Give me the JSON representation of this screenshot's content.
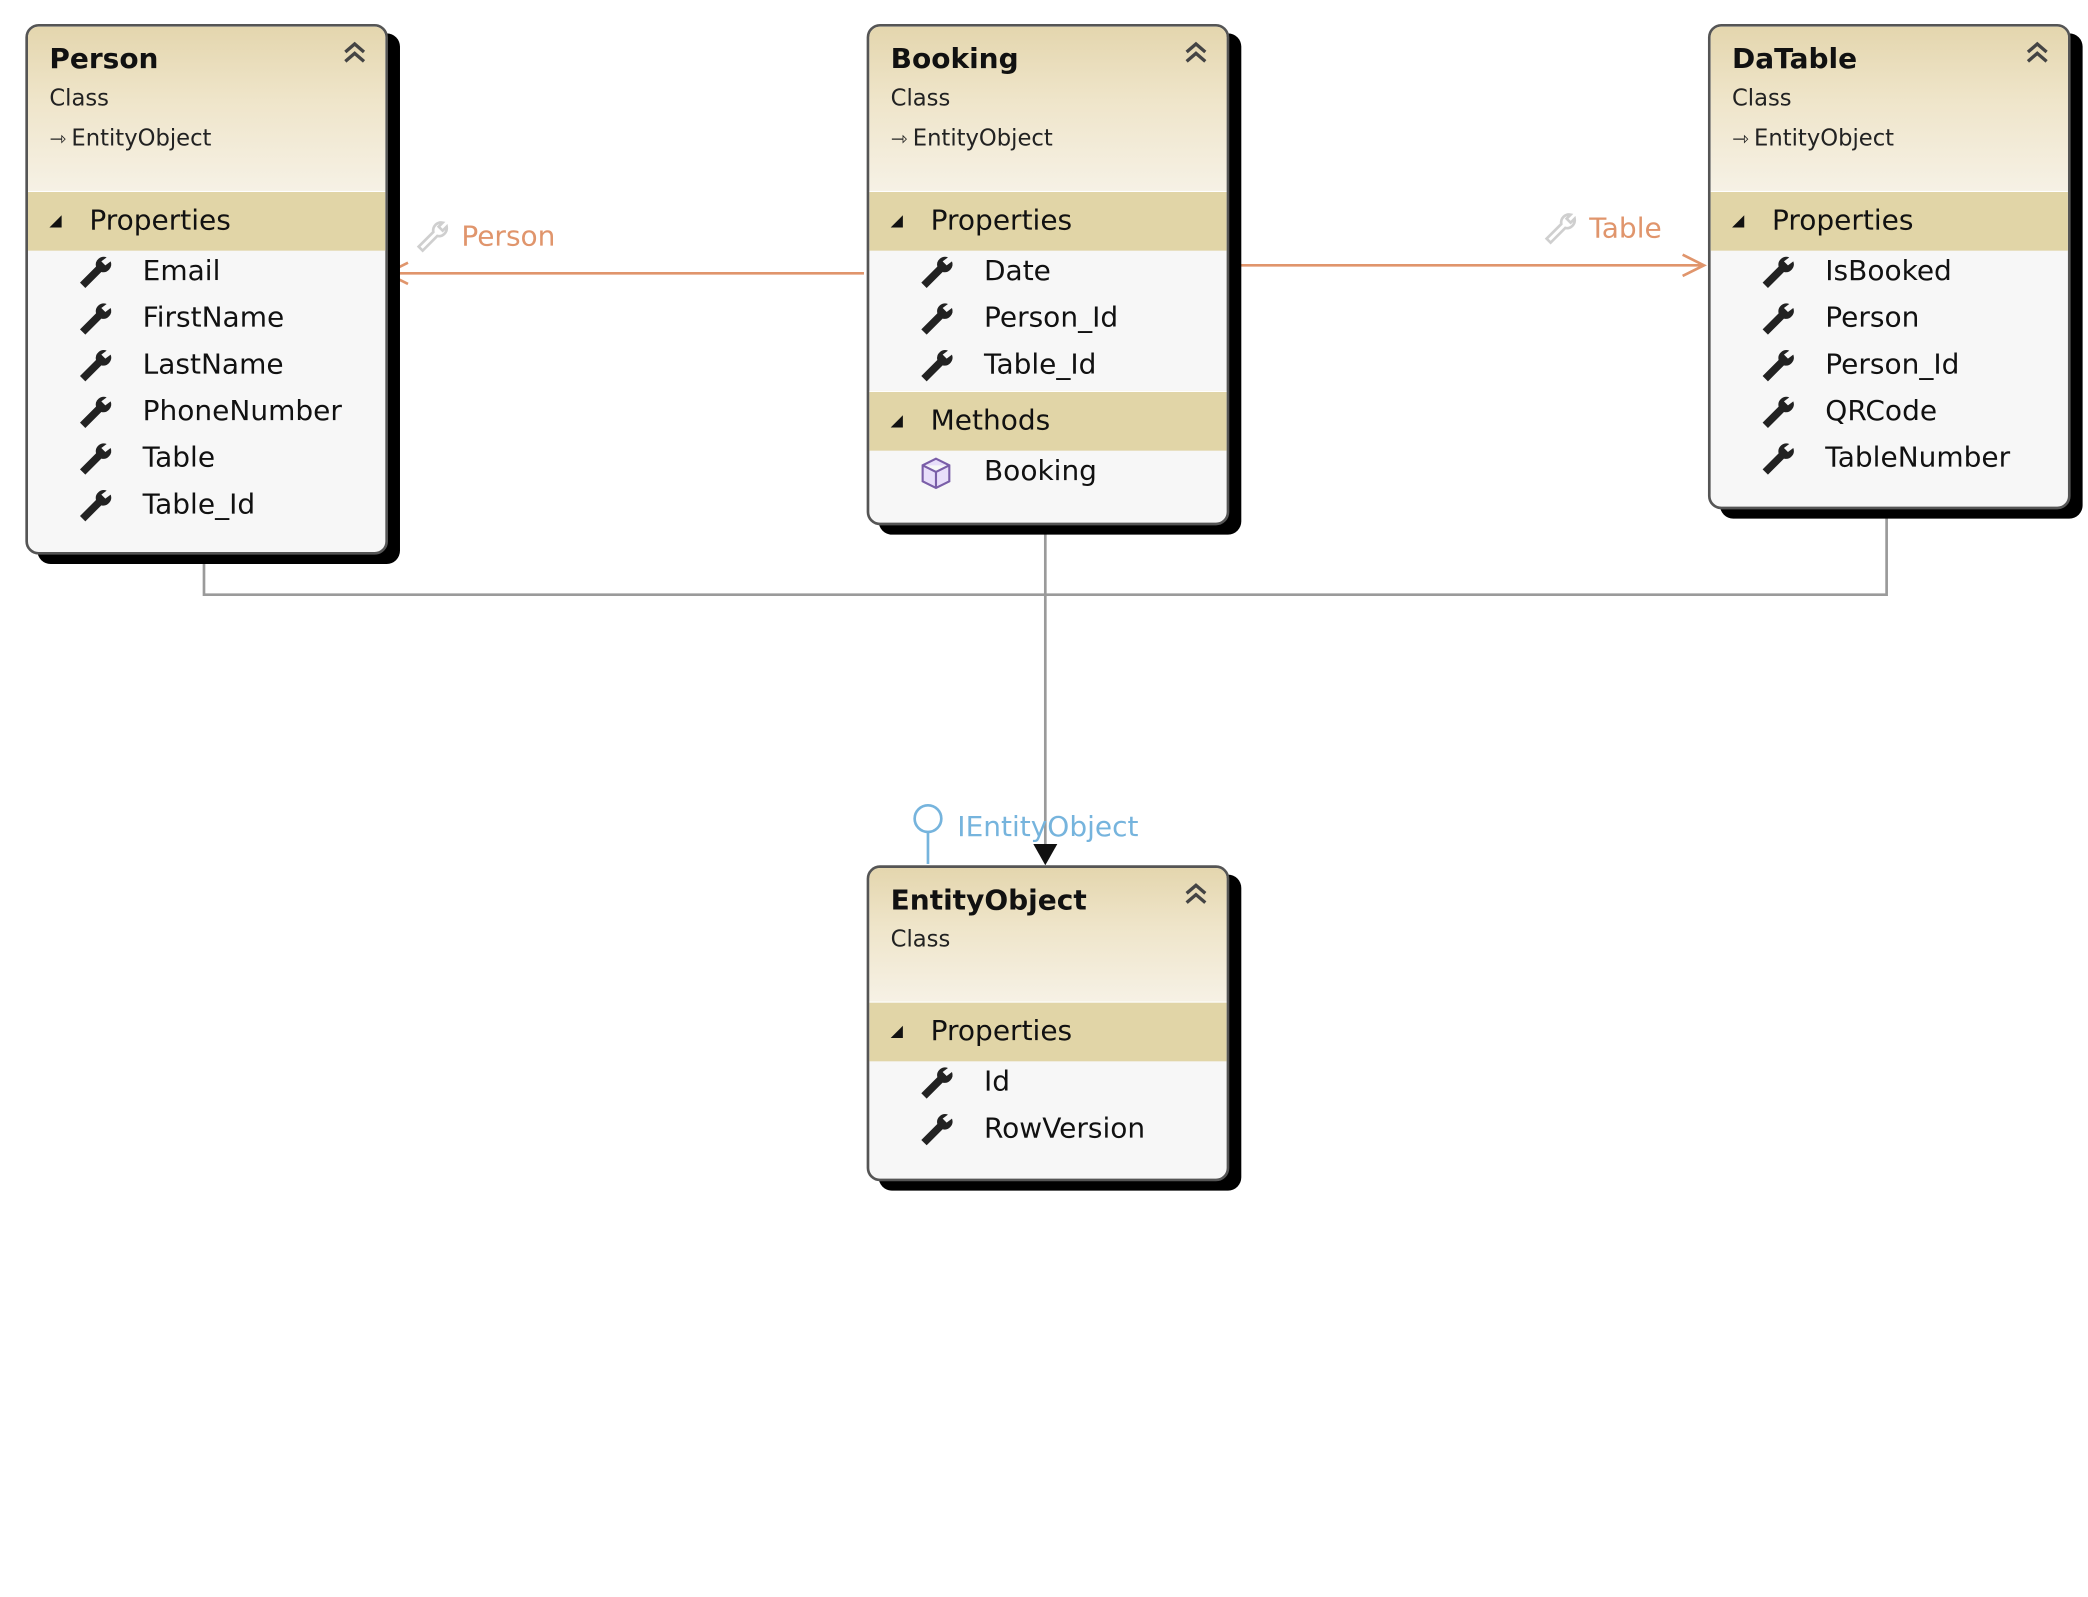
{
  "colors": {
    "header": "#e4d6ae",
    "section": "#e1d5a7",
    "association": "#e0956c",
    "interface": "#76b4dd",
    "connector": "#9a9a9a"
  },
  "classes": {
    "person": {
      "name": "Person",
      "kind": "Class",
      "base": "EntityObject",
      "sections": [
        {
          "title": "Properties",
          "items": [
            "Email",
            "FirstName",
            "LastName",
            "PhoneNumber",
            "Table",
            "Table_Id"
          ]
        }
      ]
    },
    "booking": {
      "name": "Booking",
      "kind": "Class",
      "base": "EntityObject",
      "sections": [
        {
          "title": "Properties",
          "items": [
            "Date",
            "Person_Id",
            "Table_Id"
          ]
        },
        {
          "title": "Methods",
          "items": [
            "Booking"
          ]
        }
      ]
    },
    "datable": {
      "name": "DaTable",
      "kind": "Class",
      "base": "EntityObject",
      "sections": [
        {
          "title": "Properties",
          "items": [
            "IsBooked",
            "Person",
            "Person_Id",
            "QRCode",
            "TableNumber"
          ]
        }
      ]
    },
    "entityobject": {
      "name": "EntityObject",
      "kind": "Class",
      "sections": [
        {
          "title": "Properties",
          "items": [
            "Id",
            "RowVersion"
          ]
        }
      ]
    }
  },
  "associations": {
    "person": "Person",
    "table": "Table"
  },
  "interface": "IEntityObject"
}
